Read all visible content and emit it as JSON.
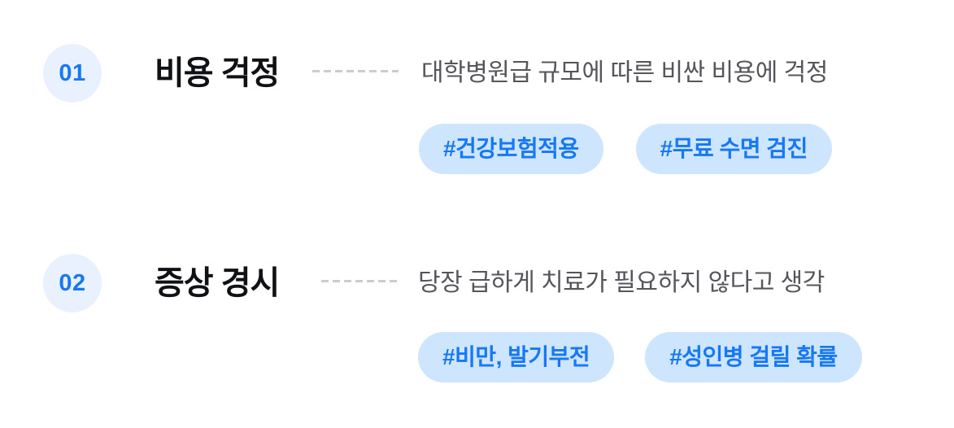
{
  "section": {
    "kind": "pain-points-list",
    "background_color": "#FFFFFF"
  },
  "colors": {
    "badge_background": "#EAF1FE",
    "badge_number": "#1778F2",
    "title_text": "#101114",
    "description_text": "#55565A",
    "dash_line": "#C9CDD2",
    "tag_background": "#CEE5FE",
    "tag_text": "#1778F6"
  },
  "items": [
    {
      "number": "01",
      "title": "비용 걱정",
      "description": "대학병원급 규모에 따른 비싼 비용에 걱정",
      "tags": [
        "#건강보험적용",
        "#무료 수면 검진"
      ]
    },
    {
      "number": "02",
      "title": "증상 경시",
      "description": "당장 급하게 치료가 필요하지 않다고 생각",
      "tags": [
        "#비만, 발기부전",
        "#성인병 걸릴 확률"
      ]
    }
  ]
}
